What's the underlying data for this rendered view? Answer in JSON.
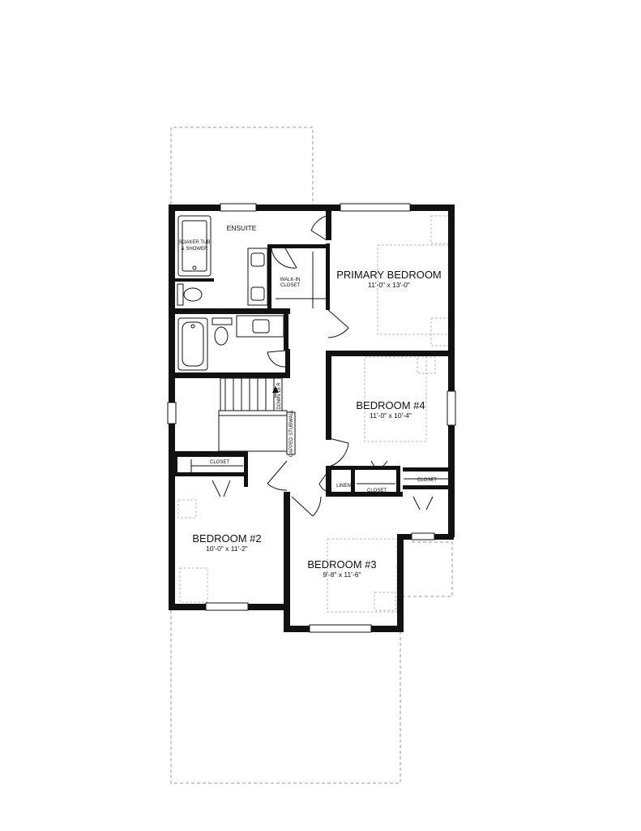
{
  "rooms": {
    "ensuite": {
      "name": "ENSUITE"
    },
    "soaker": {
      "line1": "SOAKER TUB",
      "line2": "& SHOWER"
    },
    "walkin": {
      "line1": "WALK-IN",
      "line2": "CLOSET"
    },
    "primary": {
      "name": "PRIMARY BEDROOM",
      "dims": "11'-0\" x 13'-0\""
    },
    "bedroom4": {
      "name": "BEDROOM #4",
      "dims": "11'-0\" x 10'-4\""
    },
    "bedroom2": {
      "name": "BEDROOM #2",
      "dims": "10'-0\" x 11'-2\""
    },
    "bedroom3": {
      "name": "BEDROOM #3",
      "dims": "9'-8\" x 11'-6\""
    },
    "closet_b2": {
      "name": "CLOSET"
    },
    "closet_b4": {
      "name": "CLOSET"
    },
    "closet_b3": {
      "name": "CLOSET"
    },
    "linen": {
      "name": "LINEN"
    }
  },
  "stairs": {
    "down_label": "DOWN 16 R",
    "stubwall_label": "CAPPED STUBWALL"
  }
}
